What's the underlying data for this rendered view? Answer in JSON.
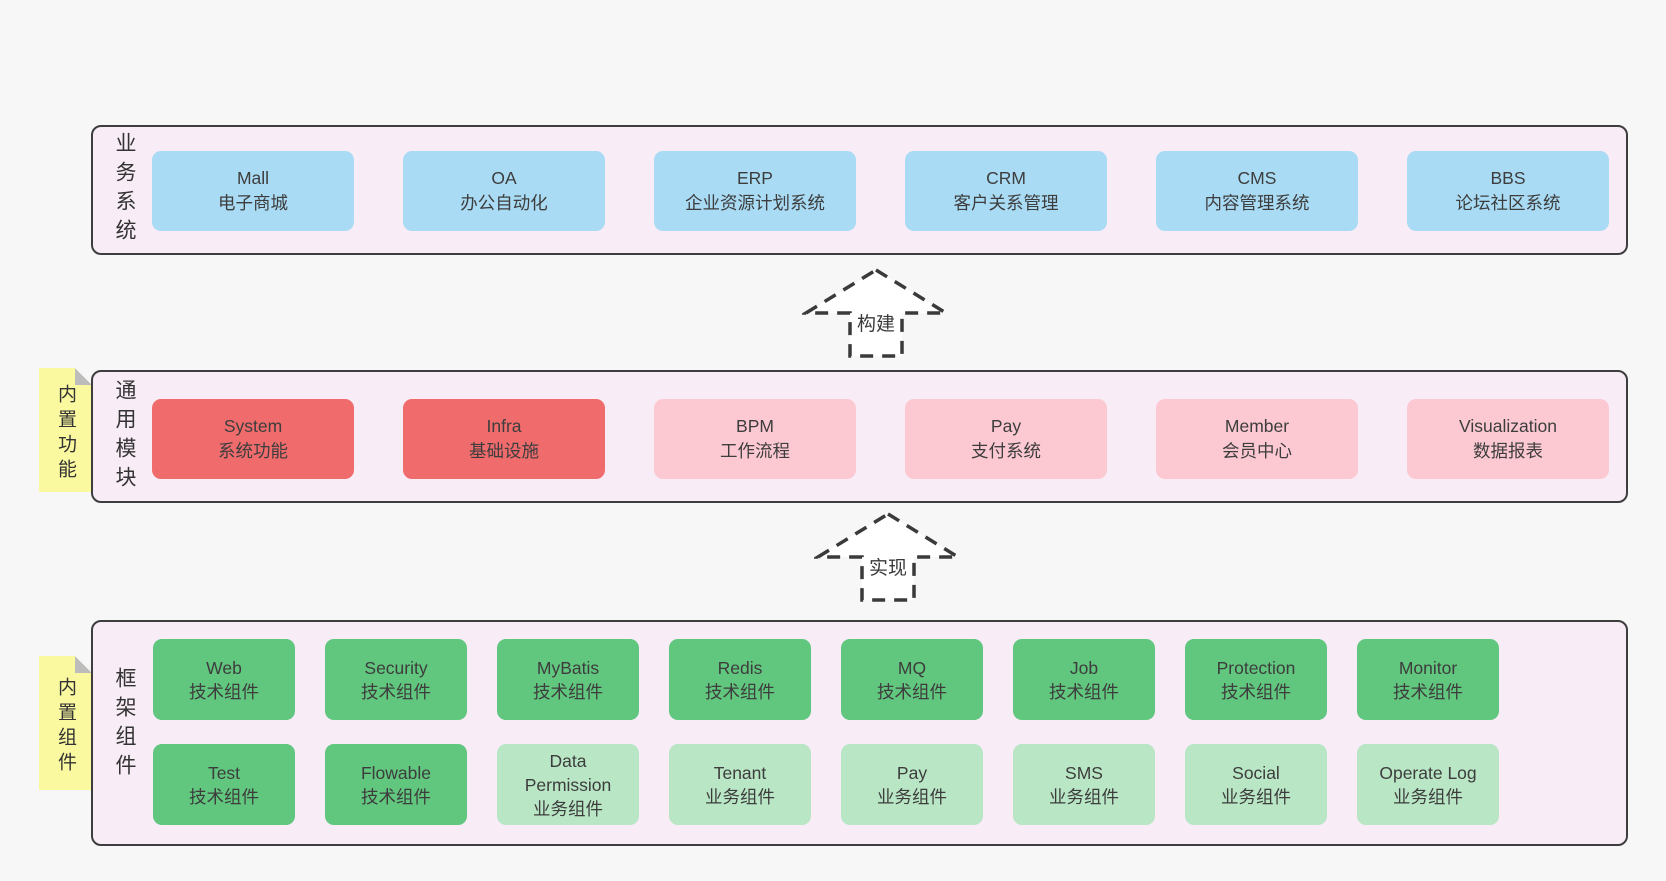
{
  "page": {
    "background": "#f7f7f7"
  },
  "colors": {
    "panel_fill": "#f8edf6",
    "panel_border": "#3e3e3e",
    "blue_box": "#a9dbf4",
    "red_box": "#f06b6c",
    "pink_box": "#fcc9d2",
    "green_box": "#61c67e",
    "light_green_box": "#b9e6c5",
    "sticky_yellow": "#fbf9a0",
    "sticky_fold": "#bdbdbd"
  },
  "arrows": [
    {
      "label": "构建"
    },
    {
      "label": "实现"
    }
  ],
  "sections": [
    {
      "id": "business",
      "label": "业务系统",
      "boxes": [
        {
          "title": "Mall",
          "subtitle": "电子商城"
        },
        {
          "title": "OA",
          "subtitle": "办公自动化"
        },
        {
          "title": "ERP",
          "subtitle": "企业资源计划系统"
        },
        {
          "title": "CRM",
          "subtitle": "客户关系管理"
        },
        {
          "title": "CMS",
          "subtitle": "内容管理系统"
        },
        {
          "title": "BBS",
          "subtitle": "论坛社区系统"
        }
      ]
    },
    {
      "id": "modules",
      "label": "通用模块",
      "sticky": "内置功能",
      "boxes": [
        {
          "title": "System",
          "subtitle": "系统功能"
        },
        {
          "title": "Infra",
          "subtitle": "基础设施"
        },
        {
          "title": "BPM",
          "subtitle": "工作流程"
        },
        {
          "title": "Pay",
          "subtitle": "支付系统"
        },
        {
          "title": "Member",
          "subtitle": "会员中心"
        },
        {
          "title": "Visualization",
          "subtitle": "数据报表"
        }
      ]
    },
    {
      "id": "components",
      "label": "框架组件",
      "sticky": "内置组件",
      "rows": [
        [
          {
            "title": "Web",
            "subtitle": "技术组件"
          },
          {
            "title": "Security",
            "subtitle": "技术组件"
          },
          {
            "title": "MyBatis",
            "subtitle": "技术组件"
          },
          {
            "title": "Redis",
            "subtitle": "技术组件"
          },
          {
            "title": "MQ",
            "subtitle": "技术组件"
          },
          {
            "title": "Job",
            "subtitle": "技术组件"
          },
          {
            "title": "Protection",
            "subtitle": "技术组件"
          },
          {
            "title": "Monitor",
            "subtitle": "技术组件"
          }
        ],
        [
          {
            "title": "Test",
            "subtitle": "技术组件"
          },
          {
            "title": "Flowable",
            "subtitle": "技术组件"
          },
          {
            "title": "Data Permission",
            "subtitle": "业务组件"
          },
          {
            "title": "Tenant",
            "subtitle": "业务组件"
          },
          {
            "title": "Pay",
            "subtitle": "业务组件"
          },
          {
            "title": "SMS",
            "subtitle": "业务组件"
          },
          {
            "title": "Social",
            "subtitle": "业务组件"
          },
          {
            "title": "Operate Log",
            "subtitle": "业务组件"
          }
        ]
      ]
    }
  ]
}
